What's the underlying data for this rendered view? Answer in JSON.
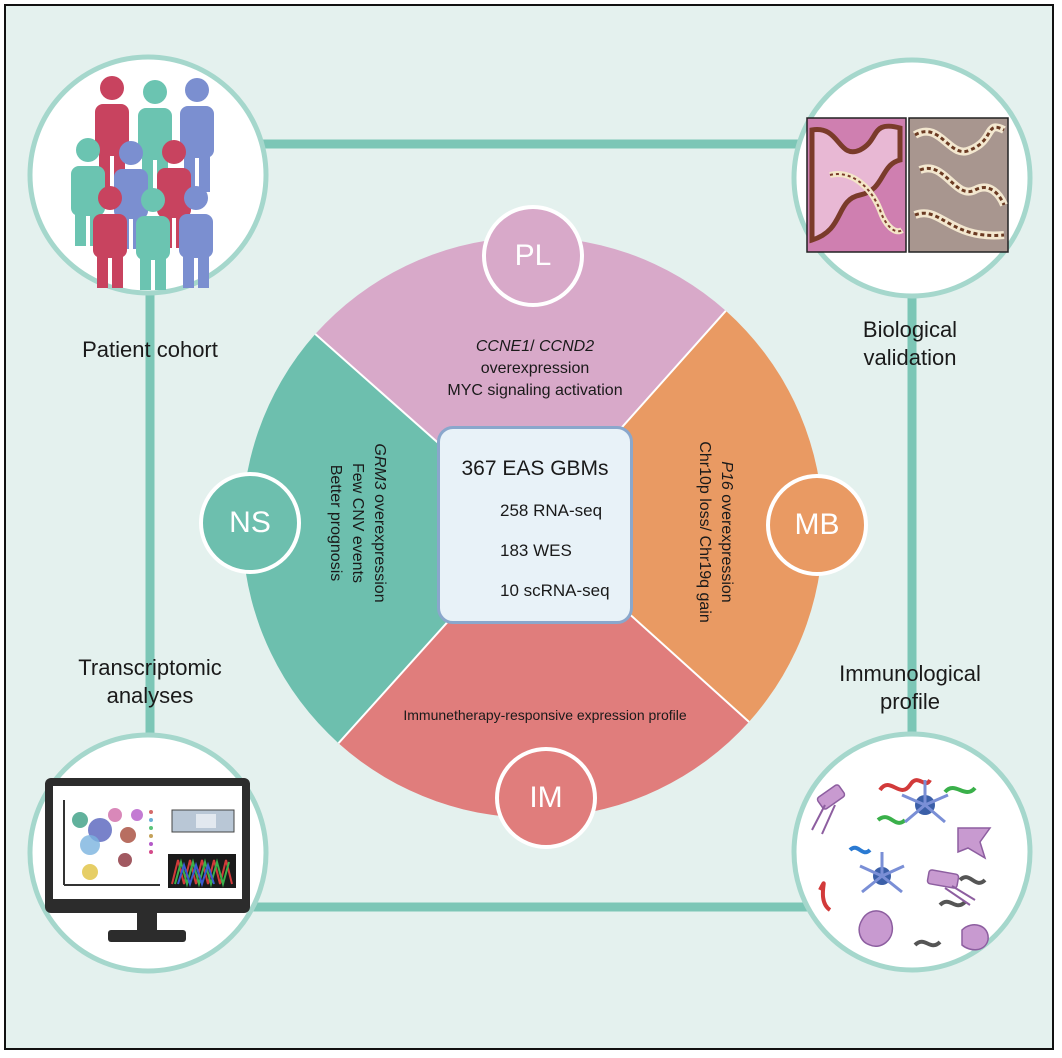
{
  "colors": {
    "background": "#e4f1ee",
    "teal": "#6dbfae",
    "pink": "#d8a9c9",
    "orange": "#e99a63",
    "red": "#e07d7c",
    "connector": "#7cc6b6",
    "center_border": "#8aa7cc"
  },
  "corners": {
    "top_left_label": "Patient cohort",
    "top_right_label_line1": "Biological",
    "top_right_label_line2": "validation",
    "bottom_left_label_line1": "Transcriptomic",
    "bottom_left_label_line2": "analyses",
    "bottom_right_label_line1": "Immunological",
    "bottom_right_label_line2": "profile"
  },
  "segments": {
    "pl": {
      "badge": "PL",
      "gene1": "CCNE1",
      "sep": "/ ",
      "gene2": "CCND2",
      "line2": "overexpression",
      "line3": "MYC signaling activation"
    },
    "mb": {
      "badge": "MB",
      "gene": "P16",
      "line1_rest": " overexpression",
      "line2": "Chr10p loss/ Chr19q gain"
    },
    "im": {
      "badge": "IM",
      "line1": "Immunetherapy-responsive expression profile"
    },
    "ns": {
      "badge": "NS",
      "gene": "GRM3",
      "line1_rest": " overexpression",
      "line2": "Few CNV events",
      "line3": "Better prognosis"
    }
  },
  "center": {
    "title": "367 EAS GBMs",
    "items": [
      "258 RNA-seq",
      "183 WES",
      "10 scRNA-seq"
    ]
  },
  "icons": {
    "people": "people-cohort-icon",
    "tissue": "tissue-slide-icon",
    "monitor": "computer-monitor-icon",
    "immune": "immune-cells-icon",
    "human": "human-figure-icon"
  }
}
